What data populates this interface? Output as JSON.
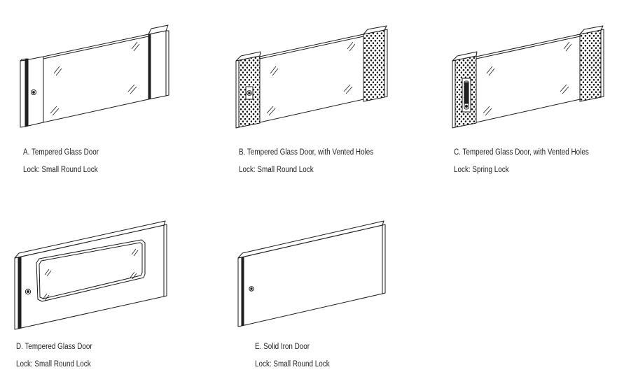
{
  "colors": {
    "line": "#1a1a1a",
    "fill": "#ffffff",
    "dark": "#111111"
  },
  "doors": [
    {
      "name": "A. Tempered Glass Door",
      "lock": "Lock: Small Round Lock"
    },
    {
      "name": "B. Tempered Glass Door, with Vented Holes",
      "lock": "Lock: Small Round Lock"
    },
    {
      "name": "C. Tempered Glass Door, with Vented Holes",
      "lock": "Lock: Spring Lock"
    },
    {
      "name": "D. Tempered Glass Door",
      "lock": "Lock: Small Round Lock"
    },
    {
      "name": "E. Solid Iron Door",
      "lock": "Lock: Small Round Lock"
    }
  ]
}
